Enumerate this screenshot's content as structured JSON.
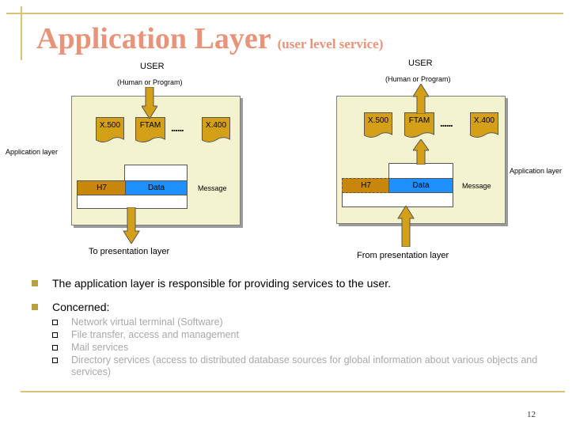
{
  "slide": {
    "title": "Application Layer",
    "subtitle": "(user level service)",
    "page_number": "12",
    "colors": {
      "title": "#e8947a",
      "frame": "#d8c27a",
      "panel": "#f3f3cf",
      "doc": "#d4a017",
      "data": "#1e90ff",
      "h7": "#c8860b"
    }
  },
  "left_diagram": {
    "user_label": "USER",
    "user_sub": "(Human or Program)",
    "side_label": "Application layer",
    "x500": "X.500",
    "ftam": "FTAM",
    "dots": "......",
    "x400": "X.400",
    "h7": "H7",
    "data": "Data",
    "message": "Message",
    "bottom_label": "To presentation layer"
  },
  "right_diagram": {
    "user_label": "USER",
    "user_sub": "(Human or Program)",
    "side_label": "Application layer",
    "x500": "X.500",
    "ftam": "FTAM",
    "dots": "......",
    "x400": "X.400",
    "h7": "H7",
    "data": "Data",
    "message": "Message",
    "bottom_label": "From presentation layer"
  },
  "bullets": {
    "b1": "The application layer is responsible for providing services to the user.",
    "b2": "Concerned:",
    "sub": [
      "Network virtual terminal (Software)",
      "File transfer, access and management",
      "Mail services",
      "Directory services (access to distributed database sources for global information about various objects and services)"
    ]
  }
}
